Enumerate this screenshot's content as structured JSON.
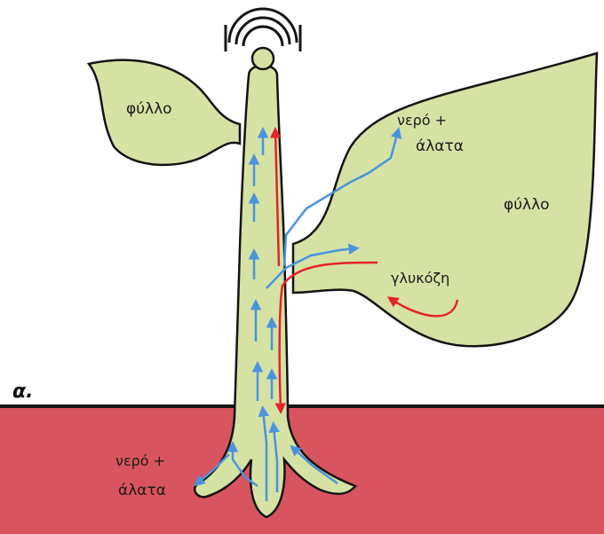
{
  "panel_letter": "α.",
  "labels": {
    "left_leaf": "φύλλο",
    "right_leaf": "φύλλο",
    "water_salts_leaf_line1": "νερό +",
    "water_salts_leaf_line2": "άλατα",
    "glucose": "γλυκόζη",
    "water_salts_soil_line1": "νερό +",
    "water_salts_soil_line2": "άλατα"
  },
  "colors": {
    "plant": "#d5e2a4",
    "outline": "#141414",
    "soil": "#d8545e",
    "water_arrow": "#4a93df",
    "glucose_arrow": "#e5232a"
  }
}
